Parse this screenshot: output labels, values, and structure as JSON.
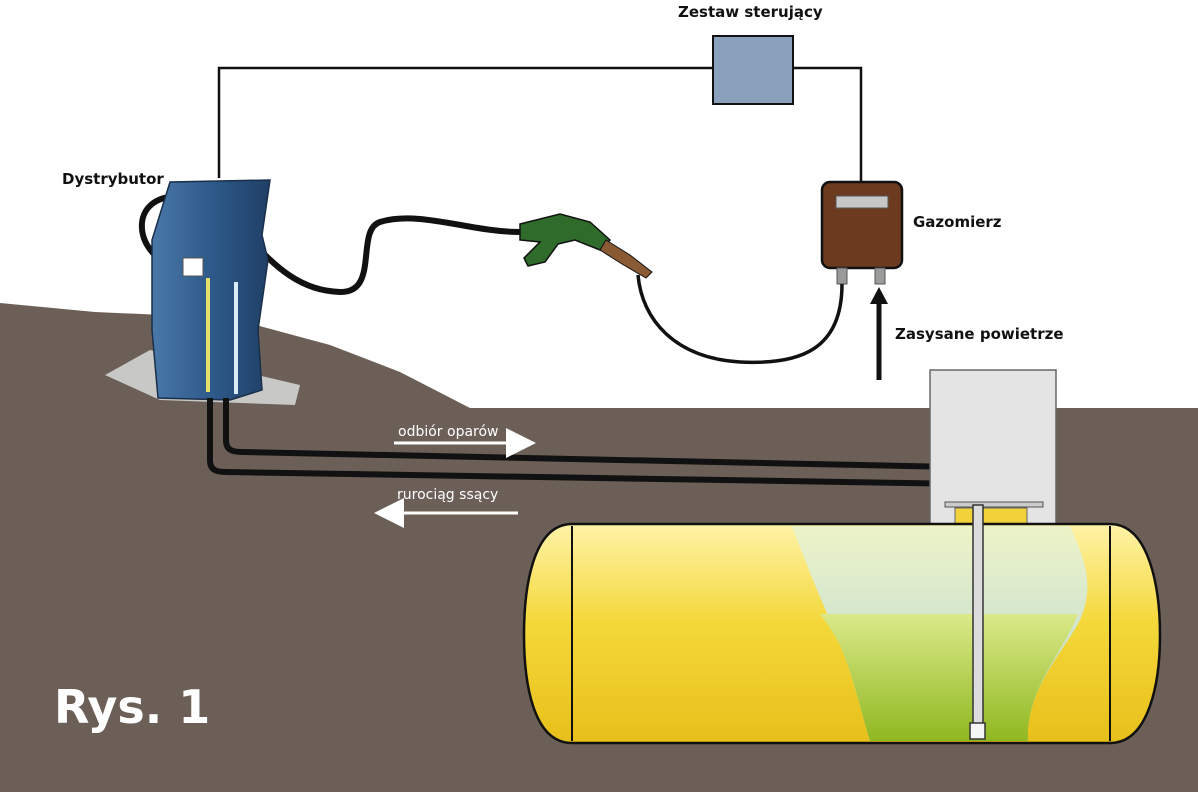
{
  "labels": {
    "controller": "Zestaw sterujący",
    "dispenser": "Dystrybutor",
    "gas_meter": "Gazomierz",
    "intake_air": "Zasysane powietrze",
    "vapour_return": "odbiór oparów",
    "suction_pipe": "rurociąg ssący",
    "figure": "Rys. 1"
  },
  "colors": {
    "ground": "#6b5f57",
    "tank_yellow": "#f4d83a",
    "fuel_green": "#a8c62e",
    "vapour_blue": "#b9d8d2",
    "dispenser_blue": "#2f5d8f",
    "controller_box": "#8aa0bd",
    "meter_brown": "#6b3a1f",
    "nozzle_green": "#2f6b2a",
    "manhole_grey": "#e4e4e4"
  }
}
